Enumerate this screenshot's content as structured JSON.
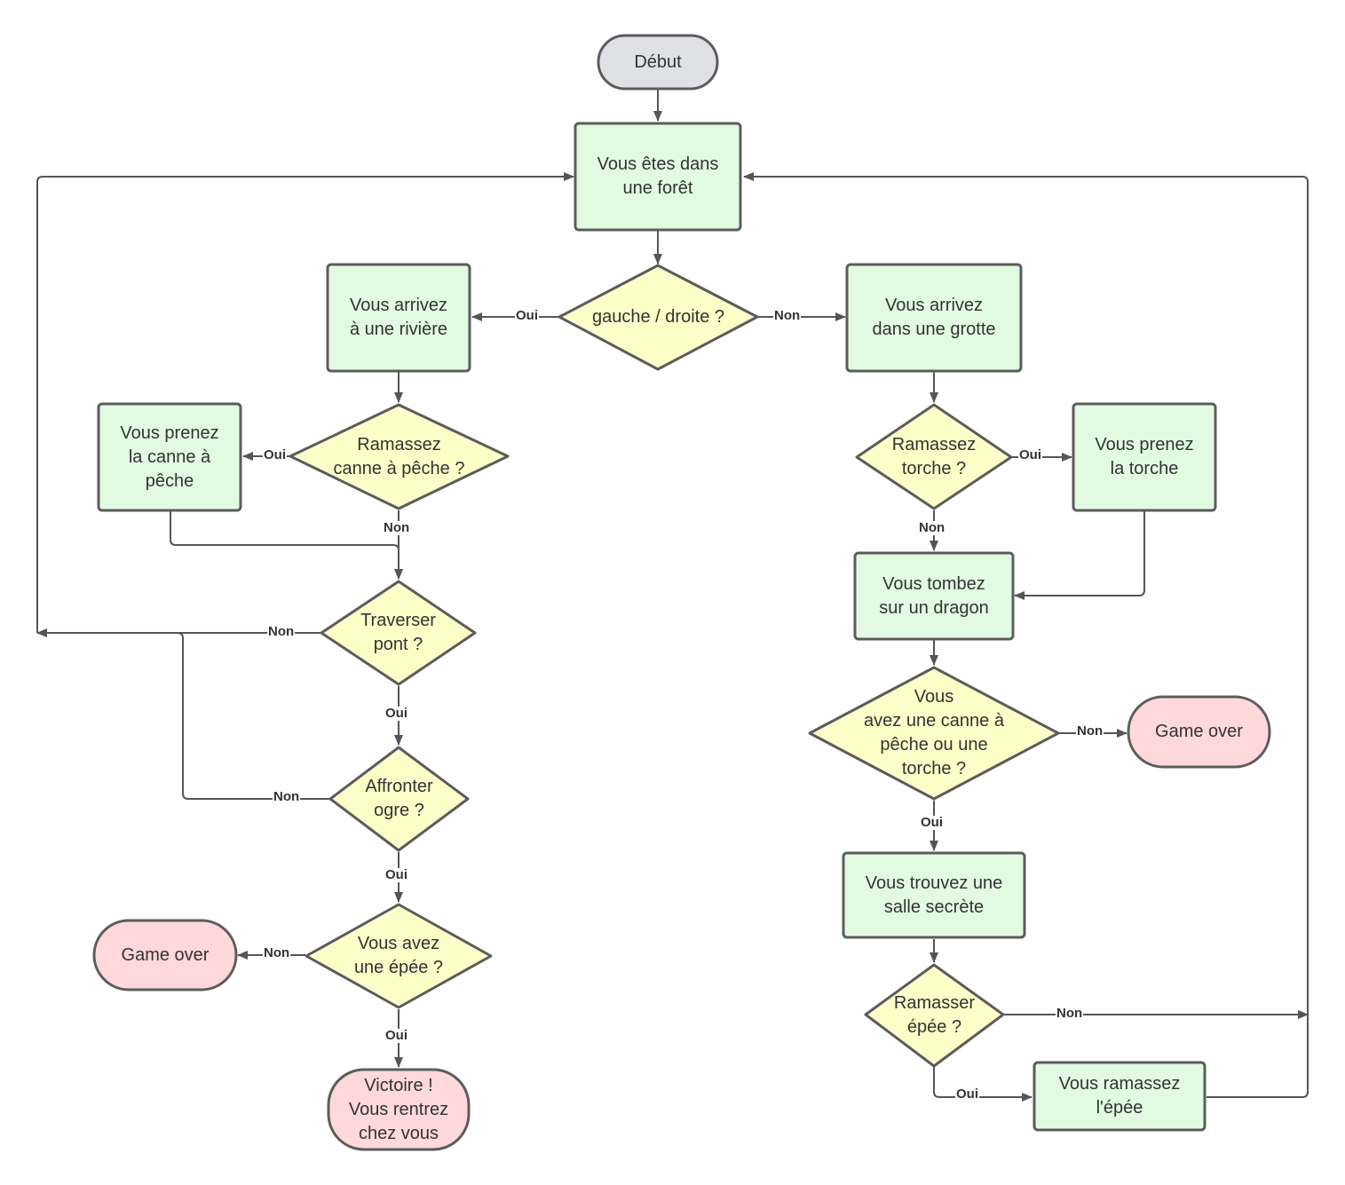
{
  "colors": {
    "process_fill": "#e2fae2",
    "decision_fill": "#fdfdc8",
    "terminal_fill": "#dfe1e5",
    "end_fill": "#fed8da",
    "stroke": "#5c5c5c",
    "line": "#555555"
  },
  "nodes": {
    "debut": "Début",
    "foret": "Vous êtes dans\nune forêt",
    "gauche_droite": "gauche / droite ?",
    "riviere": "Vous arrivez\nà une rivière",
    "grotte": "Vous arrivez\ndans une grotte",
    "ramassez_canne": "Ramassez\ncanne à pêche ?",
    "prenez_canne": "Vous prenez\nla canne à\npêche",
    "traverser_pont": "Traverser\npont ?",
    "affronter_ogre": "Affronter\nogre ?",
    "avez_epee": "Vous avez\nune épée ?",
    "game_over_left": "Game over",
    "victoire": "Victoire !\nVous rentrez\nchez vous",
    "ramassez_torche": "Ramassez\ntorche ?",
    "prenez_torche": "Vous prenez\nla torche",
    "dragon": "Vous tombez\nsur un dragon",
    "avez_canne_torche": "Vous\navez une canne à\npêche ou une\ntorche ?",
    "game_over_right": "Game over",
    "salle_secrete": "Vous trouvez une\nsalle secrète",
    "ramasser_epee": "Ramasser\népée ?",
    "ramassez_epee": "Vous ramassez\nl'épée"
  },
  "labels": {
    "gd_oui": "Oui",
    "gd_non": "Non",
    "canne_oui": "Oui",
    "canne_non": "Non",
    "pont_non": "Non",
    "pont_oui": "Oui",
    "ogre_non": "Non",
    "ogre_oui": "Oui",
    "epee_non": "Non",
    "epee_oui": "Oui",
    "torche_oui": "Oui",
    "torche_non": "Non",
    "dragon_non": "Non",
    "dragon_oui": "Oui",
    "ramasser_non": "Non",
    "ramasser_oui": "Oui"
  }
}
